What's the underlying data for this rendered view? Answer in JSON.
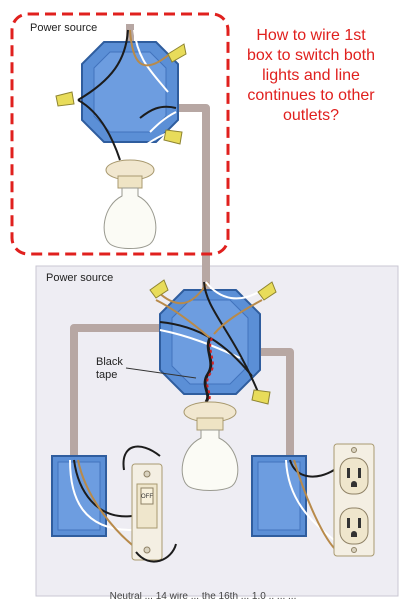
{
  "question": "How to wire 1st\nbox to switch both\nlights and line\ncontinues to other\noutlets?",
  "labels": {
    "power_source_top": "Power source",
    "power_source_bottom": "Power source",
    "black_tape": "Black\ntape",
    "switch_state": "OFF"
  },
  "caption": "Neutral ... 14 wire ... the 16th ... 1.0 .. ... ...",
  "colors": {
    "question_text": "#e0201e",
    "highlight_box": "#e0201e",
    "junction_box": "#5b8fd6",
    "conduit": "#b7a7a3",
    "panel_background": "#eeedf3",
    "wire_nut": "#e8dc5a"
  }
}
